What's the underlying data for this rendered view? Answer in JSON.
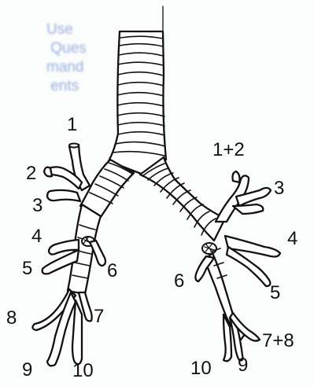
{
  "diagram": {
    "labels_right": [
      {
        "id": "r1",
        "text": "1+2"
      },
      {
        "id": "r3",
        "text": "3"
      },
      {
        "id": "r4",
        "text": "4"
      },
      {
        "id": "r5",
        "text": "5"
      },
      {
        "id": "r6",
        "text": "6"
      },
      {
        "id": "r78",
        "text": "7+8"
      },
      {
        "id": "r9",
        "text": "9"
      },
      {
        "id": "r10",
        "text": "10"
      }
    ],
    "labels_left": [
      {
        "id": "l1",
        "text": "1"
      },
      {
        "id": "l2",
        "text": "2"
      },
      {
        "id": "l3",
        "text": "3"
      },
      {
        "id": "l4",
        "text": "4"
      },
      {
        "id": "l5",
        "text": "5"
      },
      {
        "id": "l6",
        "text": "6"
      },
      {
        "id": "l7",
        "text": "7"
      },
      {
        "id": "l8",
        "text": "8"
      },
      {
        "id": "l9",
        "text": "9"
      },
      {
        "id": "l10",
        "text": "10"
      }
    ]
  }
}
